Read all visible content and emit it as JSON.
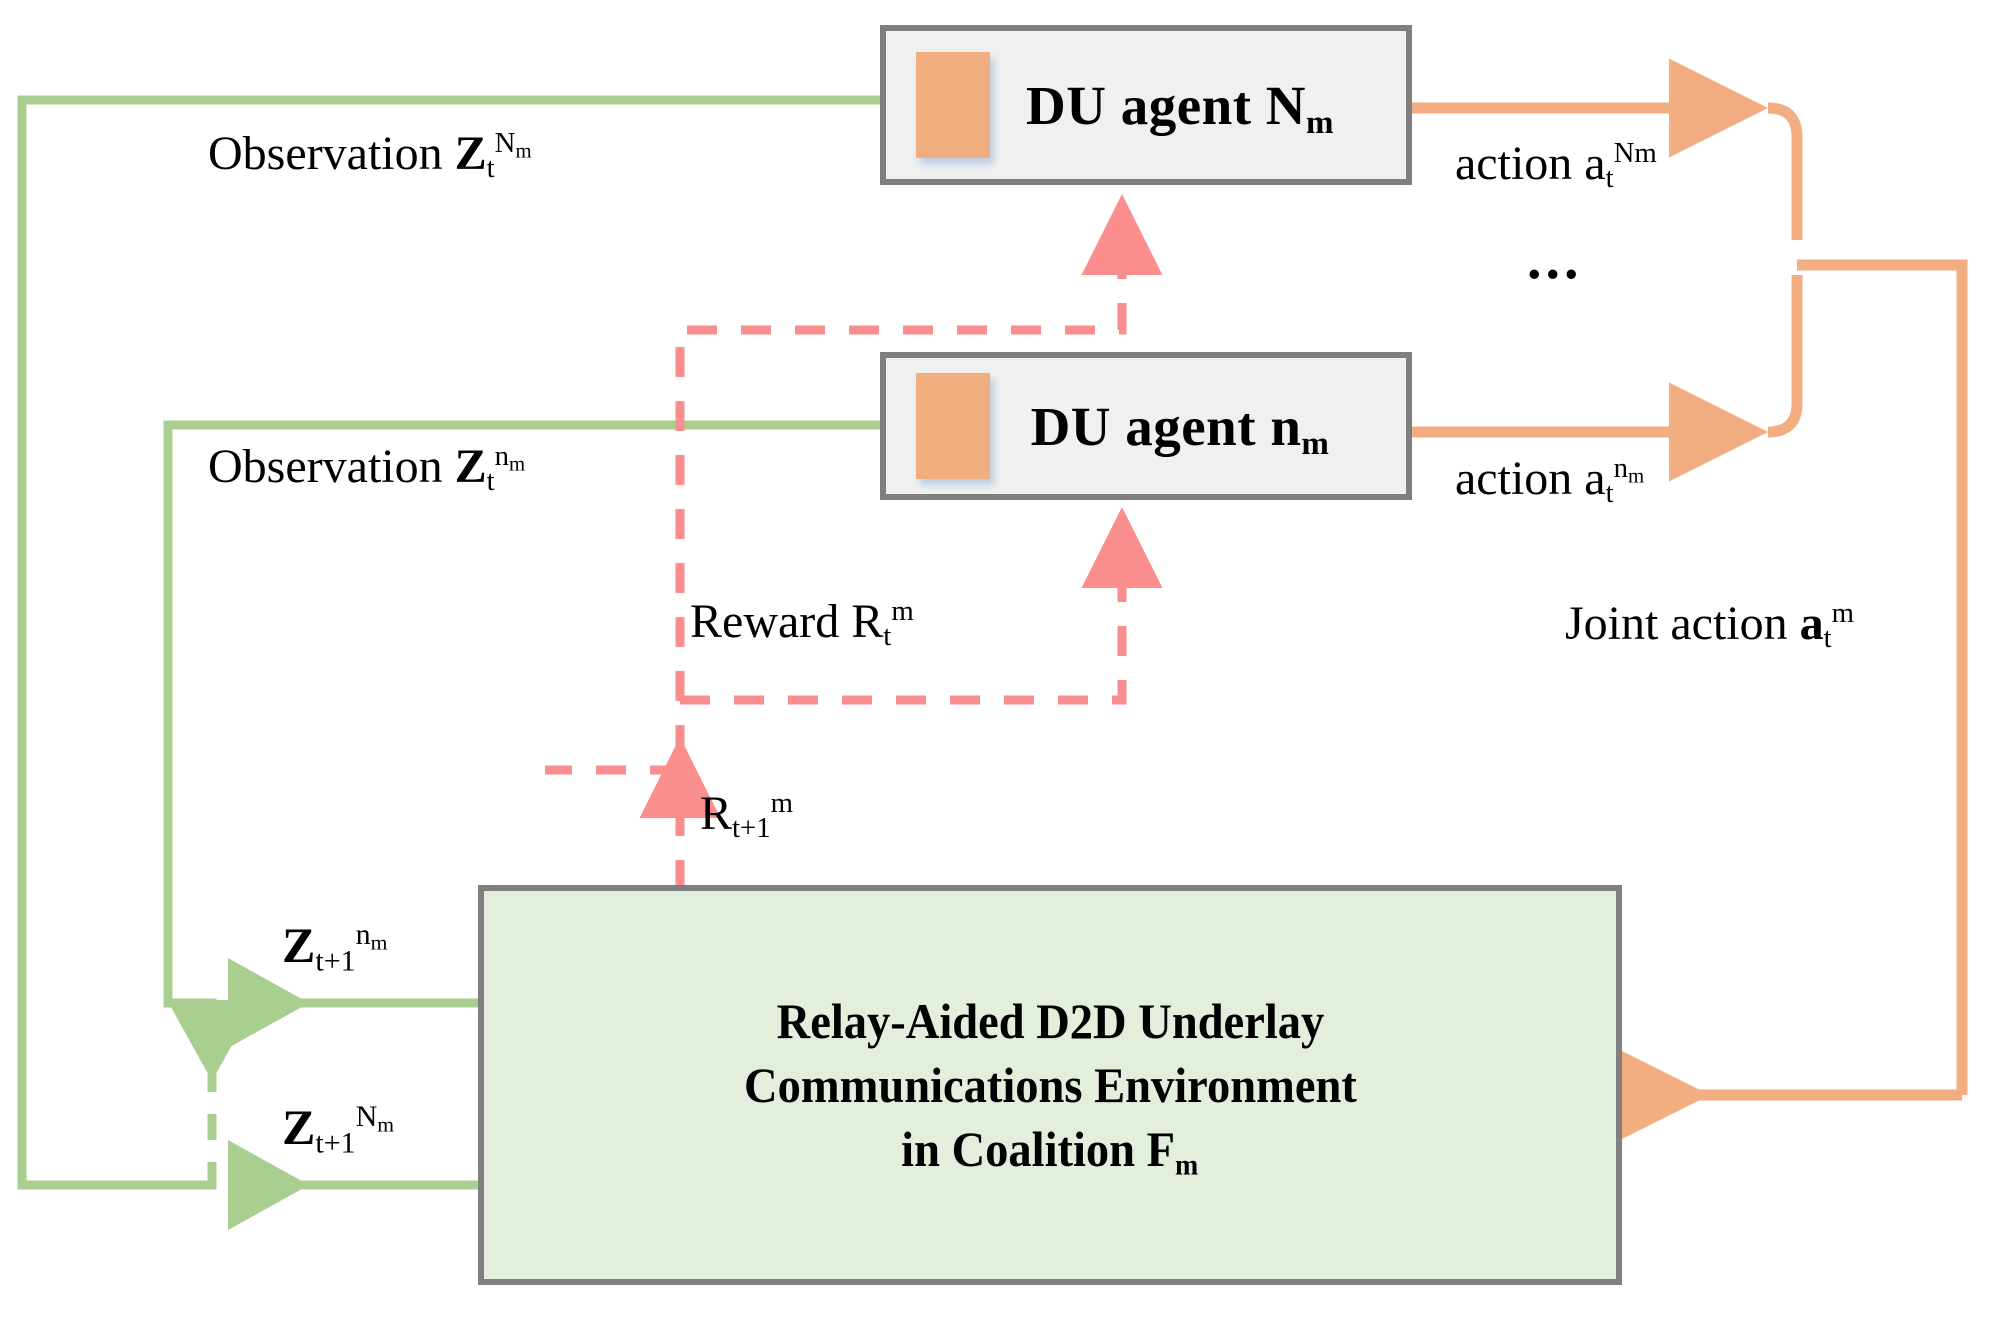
{
  "diagram": {
    "title": "Multi-agent reinforcement learning loop for relay-aided D2D underlay communications",
    "colors": {
      "observation_flow": "#a8cf8f",
      "action_flow": "#f2ae80",
      "reward_flow": "#fa8e8e",
      "agent_box_fill": "#f0f0f0",
      "agent_box_border": "#7f7f7f",
      "agent_icon": "#f0ad7d",
      "environment_fill": "#e3eedd",
      "environment_border": "#7f7f7f",
      "text": "#000000"
    }
  },
  "agents": [
    {
      "id": "agent-N-m",
      "prefix": "DU agent ",
      "symbol": "N",
      "subscript": "m",
      "icon_name": "agent-device-icon"
    },
    {
      "id": "agent-n-m",
      "prefix": "DU agent ",
      "symbol": "n",
      "subscript": "m",
      "icon_name": "agent-device-icon"
    }
  ],
  "ellipsis": "...",
  "labels": {
    "observation_Nm": {
      "text": "Observation ",
      "var": "Z",
      "sub": "t",
      "sup": "N",
      "sup_sub": "m"
    },
    "observation_nm": {
      "text": "Observation ",
      "var": "Z",
      "sub": "t",
      "sup": "n",
      "sup_sub": "m"
    },
    "action_Nm": {
      "text": "action ",
      "var": "a",
      "sub": "t",
      "sup": "Nm",
      "sup_sub": ""
    },
    "action_nm": {
      "text": "action ",
      "var": "a",
      "sub": "t",
      "sup": "n",
      "sup_sub": "m"
    },
    "joint_action": {
      "text": "Joint action ",
      "var": "a",
      "sub": "t",
      "sup": "m",
      "sup_sub": ""
    },
    "reward": {
      "text": "Reward ",
      "var": "R",
      "sub": "t",
      "sup": "m",
      "sup_sub": ""
    },
    "reward_next": {
      "text": "",
      "var": "R",
      "sub": "t+1",
      "sup": "m",
      "sup_sub": ""
    },
    "next_obs_nm": {
      "text": "",
      "var": "Z",
      "sub": "t+1",
      "sup": "n",
      "sup_sub": "m"
    },
    "next_obs_Nm": {
      "text": "",
      "var": "Z",
      "sub": "t+1",
      "sup": "N",
      "sup_sub": "m"
    }
  },
  "environment": {
    "lines": [
      "Relay-Aided D2D Underlay",
      "Communications Environment",
      "in Coalition F"
    ],
    "coalition_subscript": "m"
  }
}
